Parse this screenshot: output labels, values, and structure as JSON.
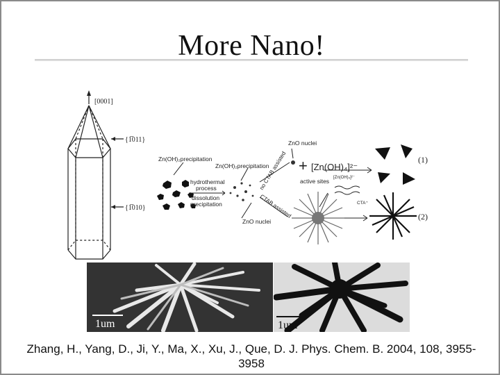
{
  "slide": {
    "title": "More Nano!",
    "citation_line1": "Zhang, H., Yang, D., Ji, Y., Ma, X., Xu, J., Que, D. J. Phys. Chem. B.  2004, 108, 3955-",
    "citation_line2": "3958"
  },
  "figure": {
    "crystal_labels": {
      "axis": "[0001]",
      "pyramid_face": "{1̅011}",
      "prism_face": "{1̅010}"
    },
    "scheme_labels": {
      "precipitation_1": "Zn(OH)₂precipitation",
      "precipitation_2": "Zn(OH)₂precipitation",
      "hydrothermal": "hydrothermal",
      "process": "process",
      "dissolution": "dissolution",
      "dissolution_precip": "precipitation",
      "zno_nuclei_bottom": "ZnO nuclei",
      "zno_nuclei_top": "ZnO nuclei",
      "no_ctab": "no CTAB assisted",
      "ctab": "CTAB assisted",
      "active_sites": "active sites",
      "plus": "+",
      "zincate_ion": "[Zn(OH)₄]²⁻",
      "zincate_small": "[Zn(OH)₄]²⁻",
      "cta": "CTA⁺",
      "route_1": "(1)",
      "route_2": "(2)"
    },
    "scale_bars": {
      "left": "1um",
      "right": "1um"
    }
  },
  "colors": {
    "slide_border": "#8a8a8a",
    "title_rule": "#c8c8c8",
    "text": "#111111"
  }
}
